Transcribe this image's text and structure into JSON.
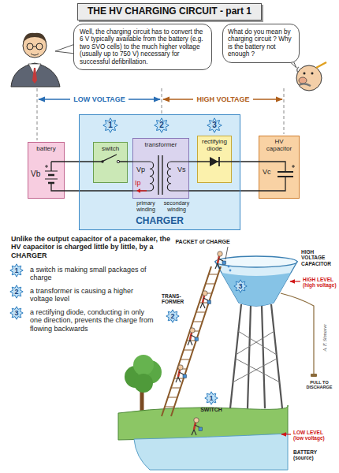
{
  "diagram": {
    "title": "THE HV CHARGING CIRCUIT - part 1",
    "nodes": [
      {
        "text": [
          "Well, the charging circuit has to convert the 6 V typically available from the battery (e.g. two SVO cells) to the much higher voltage (usually up to 750 V) necessary for successful defibrillation."
        ]
      },
      {
        "text": [
          "What do you mean by charging circuit ? Why is the battery not enough ?"
        ]
      },
      {
        "text": [
          "battery",
          "Vb"
        ]
      },
      {
        "text": [
          "CHARGER"
        ]
      },
      {
        "text": [
          "1"
        ],
        "in": 3
      },
      {
        "text": [
          "switch"
        ],
        "in": 3
      },
      {
        "text": [
          "2"
        ],
        "in": 3
      },
      {
        "text": [
          "transformer",
          "Vp",
          "Vs"
        ],
        "in": 3
      },
      {
        "text": [
          "3"
        ],
        "in": 3
      },
      {
        "text": [
          "rectifying diode"
        ],
        "in": 3
      },
      {
        "text": [
          "HV capacitor",
          "Vc"
        ]
      },
      {
        "text": [
          "1"
        ]
      },
      {
        "text": [
          "2"
        ]
      },
      {
        "text": [
          "3"
        ]
      },
      {
        "text": [
          "3"
        ]
      },
      {
        "text": [
          "2"
        ]
      },
      {
        "text": [
          "1"
        ]
      }
    ],
    "edges": [
      {
        "from": 2,
        "to": 5,
        "arrow": "none"
      },
      {
        "from": 5,
        "to": 7,
        "arrow": "none"
      },
      {
        "from": 7,
        "to": 9,
        "arrow": "none"
      },
      {
        "from": 9,
        "to": 10,
        "arrow": "none"
      },
      {
        "from": 2,
        "to": 7,
        "arrow": "none"
      },
      {
        "from": 7,
        "to": 10,
        "arrow": "none"
      }
    ],
    "labels": [
      "LOW VOLTAGE",
      "HIGH VOLTAGE",
      "Ip",
      "primary winding",
      "secondary winding",
      "Unlike the output capacitor of a pacemaker, the HV capacitor is charged little by little, by a CHARGER",
      "a switch is making small packages of charge",
      "a transformer is causing a higher voltage level",
      "a rectifying diode, conducting in only one direction, prevents the charge from flowing backwards",
      "PACKET of CHARGE",
      "HIGH VOLTAGE CAPACITOR",
      "HIGH LEVEL (high voltage)",
      "TRANS-FORMER",
      "A. F. Sinnaeve",
      "PULL TO DISCHARGE",
      "SWITCH",
      "LOW LEVEL (low voltage)",
      "BATTERY (source)"
    ]
  }
}
